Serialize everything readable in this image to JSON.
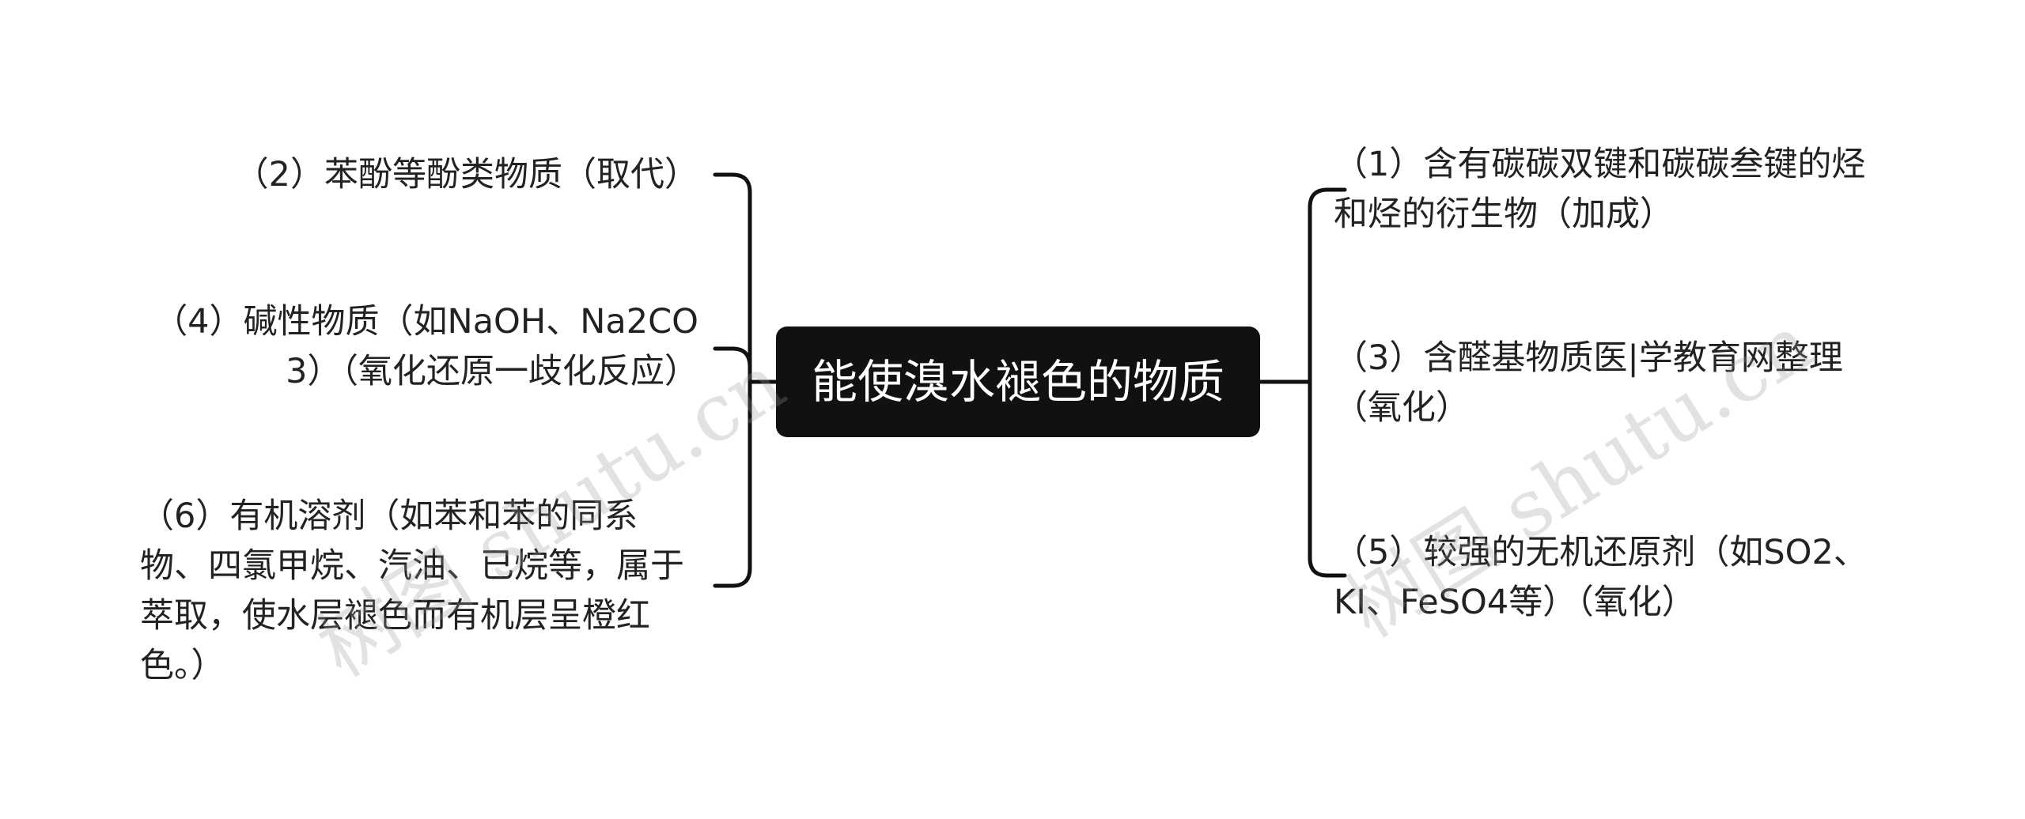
{
  "root": {
    "label": "能使溴水褪色的物质"
  },
  "left_items": [
    {
      "label": "（2）苯酚等酚类物质（取代）"
    },
    {
      "label": "（4）碱性物质（如NaOH、Na2CO3）（氧化还原一歧化反应）"
    },
    {
      "label": "（6）有机溶剂（如苯和苯的同系物、四氯甲烷、汽油、已烷等，属于萃取，使水层褪色而有机层呈橙红色。）"
    }
  ],
  "right_items": [
    {
      "label": "（1）含有碳碳双键和碳碳叁键的烃和烃的衍生物（加成）"
    },
    {
      "label": "（3）含醛基物质医|学教育网整理（氧化）"
    },
    {
      "label": "（5）较强的无机还原剂（如SO2、KI、FeSO4等）（氧化）"
    }
  ],
  "watermark": "树图 shutu.cn",
  "colors": {
    "root_bg": "#111111",
    "root_text": "#ffffff",
    "line": "#111111",
    "text": "#222222"
  }
}
